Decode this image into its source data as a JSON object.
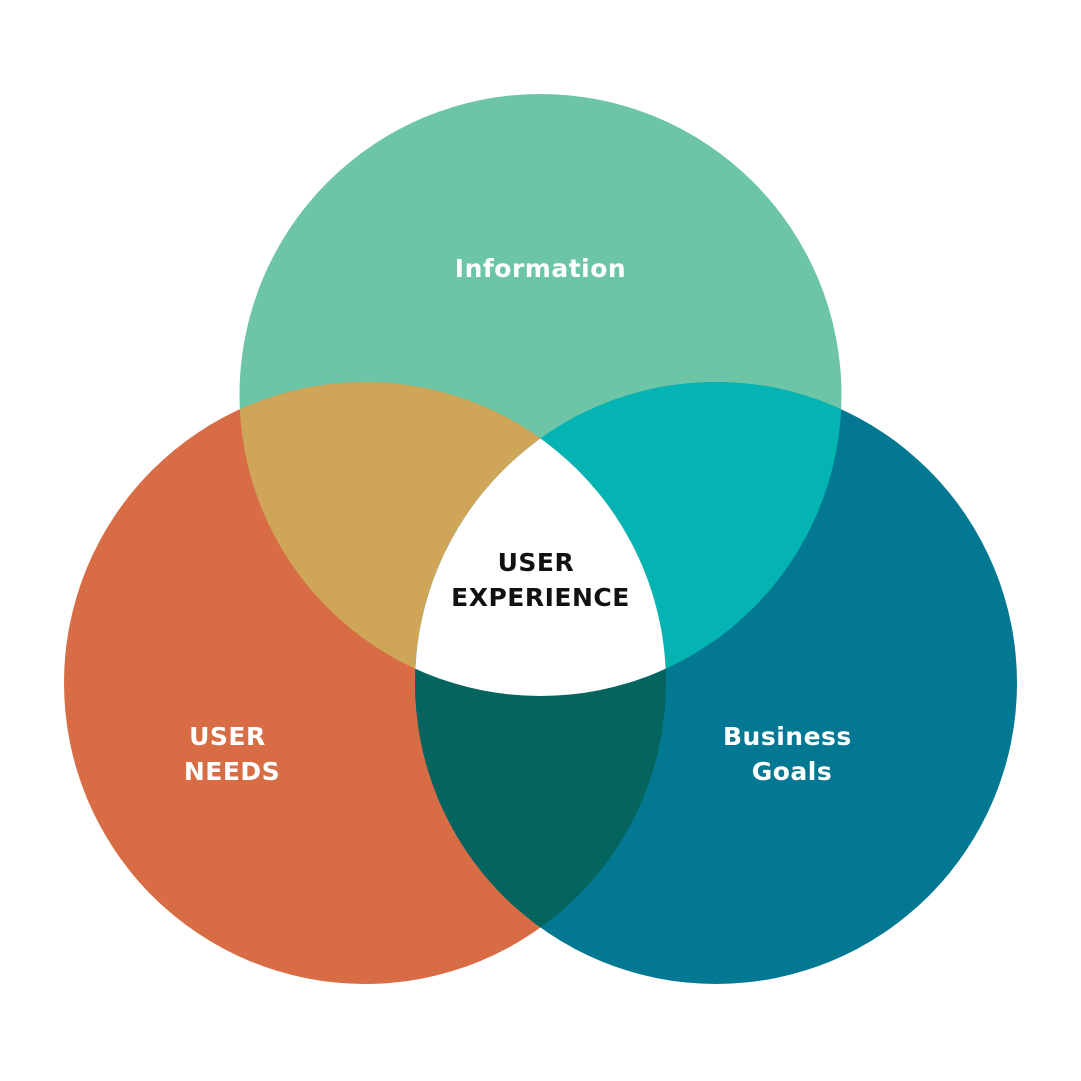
{
  "diagram": {
    "type": "venn-3",
    "circles": [
      {
        "key": "top",
        "label_lines": [
          "Information"
        ],
        "color": "#6bc5a6"
      },
      {
        "key": "left",
        "label_lines": [
          "USER",
          "NEEDS"
        ],
        "color": "#d76c45"
      },
      {
        "key": "right",
        "label_lines": [
          "Business",
          "Goals"
        ],
        "color": "#037892"
      }
    ],
    "overlaps": {
      "top_left": "#cfa657",
      "top_right": "#04b4b2",
      "left_right": "#04645e"
    },
    "center": {
      "label_lines": [
        "USER",
        "EXPERIENCE"
      ],
      "fill": "#ffffff",
      "text_color": "#111111"
    },
    "label_color": "#ffffff"
  }
}
